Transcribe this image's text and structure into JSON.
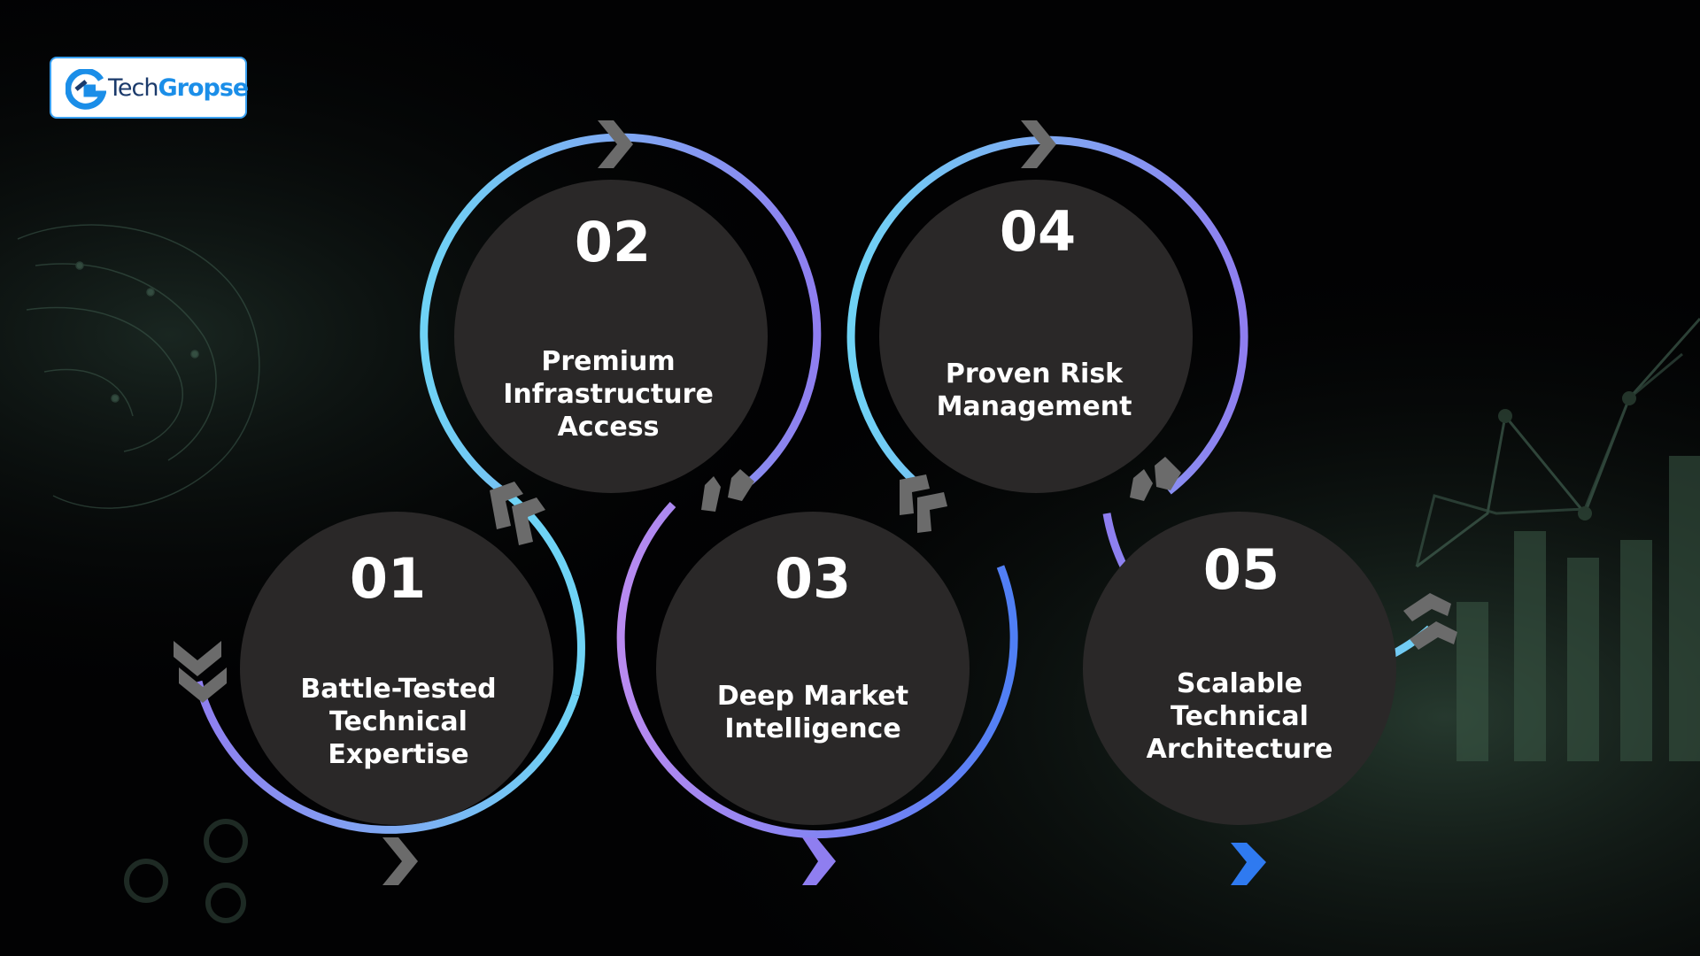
{
  "brand": {
    "name_part1": "Tech",
    "name_part2": "Gropse",
    "icon": "g-logo-icon"
  },
  "colors": {
    "background": "#020203",
    "circle_fill": "#2a2828",
    "ring_cyan": "#6fd3f5",
    "ring_violet": "#8f7ef0",
    "ring_blue": "#4f7ff5",
    "arrow_gray": "#6b6b6b",
    "arrow_blue": "#2f7af0",
    "background_graphic": "#3a5a48"
  },
  "steps": [
    {
      "number": "01",
      "label_lines": [
        "Battle-Tested",
        "Technical",
        "Expertise"
      ]
    },
    {
      "number": "02",
      "label_lines": [
        "Premium",
        "Infrastructure",
        "Access"
      ]
    },
    {
      "number": "03",
      "label_lines": [
        "Deep Market",
        "Intelligence"
      ]
    },
    {
      "number": "04",
      "label_lines": [
        "Proven Risk",
        "Management"
      ]
    },
    {
      "number": "05",
      "label_lines": [
        "Scalable",
        "Technical",
        "Architecture"
      ]
    }
  ]
}
